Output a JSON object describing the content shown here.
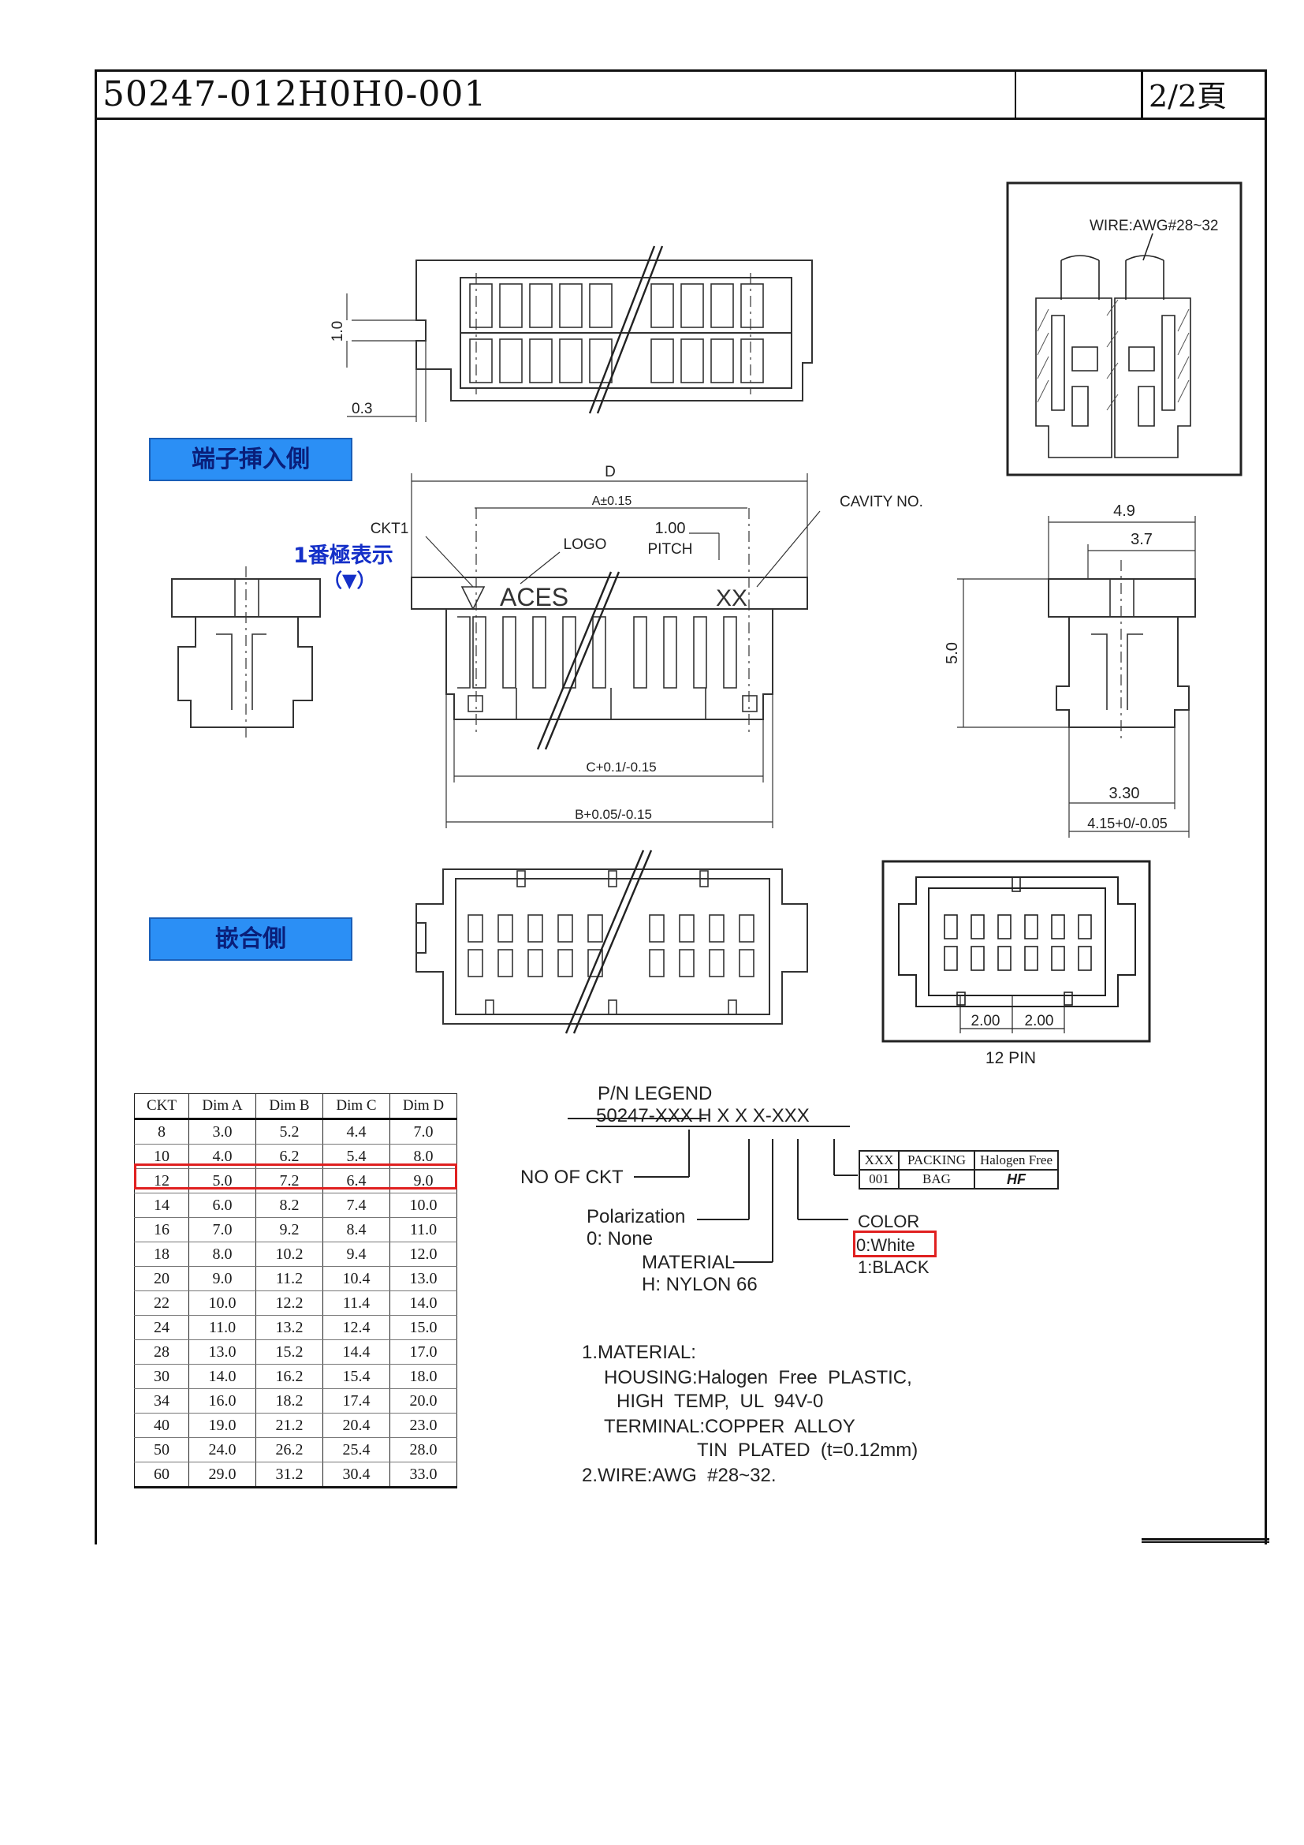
{
  "header": {
    "part_number": "50247-012H0H0-001",
    "page": "2/2頁"
  },
  "labels": {
    "insert_side": "端子挿入側",
    "mating_side": "嵌合側",
    "pin1_mark": "1番極表示",
    "pin1_symbol": "（▼）"
  },
  "drawing": {
    "top_dims": {
      "d10": "1.0",
      "d03": "0.3"
    },
    "front": {
      "D": "D",
      "A": "A±0.15",
      "pitch_val": "1.00",
      "pitch": "PITCH",
      "logo": "LOGO",
      "ckt1": "CKT1",
      "cavity": "CAVITY NO.",
      "aces": "ACES",
      "xx": "XX",
      "C": "C+0.1/-0.15",
      "B": "B+0.05/-0.15"
    },
    "side": {
      "w49": "4.9",
      "w37": "3.7",
      "h50": "5.0",
      "w330": "3.30",
      "w415": "4.15+0/-0.05"
    },
    "wire_box": {
      "wire": "WIRE:AWG#28~32"
    },
    "pin12": {
      "p1": "2.00",
      "p2": "2.00",
      "caption": "12 PIN"
    }
  },
  "ckt_table": {
    "headers": [
      "CKT",
      "Dim A",
      "Dim B",
      "Dim C",
      "Dim D"
    ],
    "rows": [
      [
        "8",
        "3.0",
        "5.2",
        "4.4",
        "7.0"
      ],
      [
        "10",
        "4.0",
        "6.2",
        "5.4",
        "8.0"
      ],
      [
        "12",
        "5.0",
        "7.2",
        "6.4",
        "9.0"
      ],
      [
        "14",
        "6.0",
        "8.2",
        "7.4",
        "10.0"
      ],
      [
        "16",
        "7.0",
        "9.2",
        "8.4",
        "11.0"
      ],
      [
        "18",
        "8.0",
        "10.2",
        "9.4",
        "12.0"
      ],
      [
        "20",
        "9.0",
        "11.2",
        "10.4",
        "13.0"
      ],
      [
        "22",
        "10.0",
        "12.2",
        "11.4",
        "14.0"
      ],
      [
        "24",
        "11.0",
        "13.2",
        "12.4",
        "15.0"
      ],
      [
        "28",
        "13.0",
        "15.2",
        "14.4",
        "17.0"
      ],
      [
        "30",
        "14.0",
        "16.2",
        "15.4",
        "18.0"
      ],
      [
        "34",
        "16.0",
        "18.2",
        "17.4",
        "20.0"
      ],
      [
        "40",
        "19.0",
        "21.2",
        "20.4",
        "23.0"
      ],
      [
        "50",
        "24.0",
        "26.2",
        "25.4",
        "28.0"
      ],
      [
        "60",
        "29.0",
        "31.2",
        "30.4",
        "33.0"
      ]
    ],
    "highlighted_row": "12"
  },
  "legend": {
    "title": "P/N LEGEND",
    "code": "50247-XXX H X X X-XXX",
    "no_of_ckt": "NO OF CKT",
    "polarization": "Polarization",
    "polarization_val": "0: None",
    "material": "MATERIAL",
    "material_val": "H: NYLON 66",
    "color": "COLOR",
    "color_white": "0:White",
    "color_black": "1:BLACK",
    "packing_table": {
      "headers": [
        "XXX",
        "PACKING",
        "Halogen Free"
      ],
      "row": [
        "001",
        "BAG",
        "HF"
      ]
    }
  },
  "notes": {
    "n1": "1.MATERIAL:",
    "n2": "HOUSING:Halogen  Free  PLASTIC,",
    "n3": "HIGH  TEMP,  UL  94V-0",
    "n4": "TERMINAL:COPPER  ALLOY",
    "n5": "TIN  PLATED  (t=0.12mm)",
    "n6": "2.WIRE:AWG  #28~32."
  }
}
